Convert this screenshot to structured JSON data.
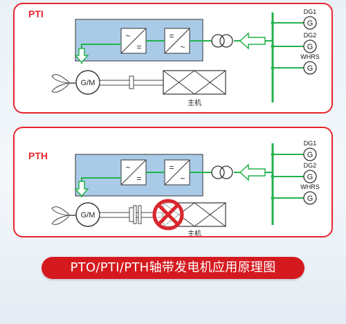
{
  "panels": [
    {
      "label": "PTI",
      "motor_label": "G/M",
      "engine_label": "主机",
      "gen_labels": [
        "DG1",
        "DG2",
        "WHRS"
      ],
      "gen_symbol": "G",
      "inv1_symbols": [
        "~",
        "="
      ],
      "inv2_symbols": [
        "=",
        "~"
      ],
      "stop_mark": false
    },
    {
      "label": "PTH",
      "motor_label": "G/M",
      "engine_label": "主机",
      "gen_labels": [
        "DG1",
        "DG2",
        "WHRS"
      ],
      "gen_symbol": "G",
      "inv1_symbols": [
        "~",
        "="
      ],
      "inv2_symbols": [
        "=",
        "~"
      ],
      "stop_mark": true
    }
  ],
  "caption": "PTO/PTI/PTH轴带发电机应用原理图",
  "colors": {
    "frame_red": "#e8262d",
    "bus_green": "#22b14c",
    "converter_blue": "#a9cbe8",
    "stop_red": "#d9262c"
  }
}
